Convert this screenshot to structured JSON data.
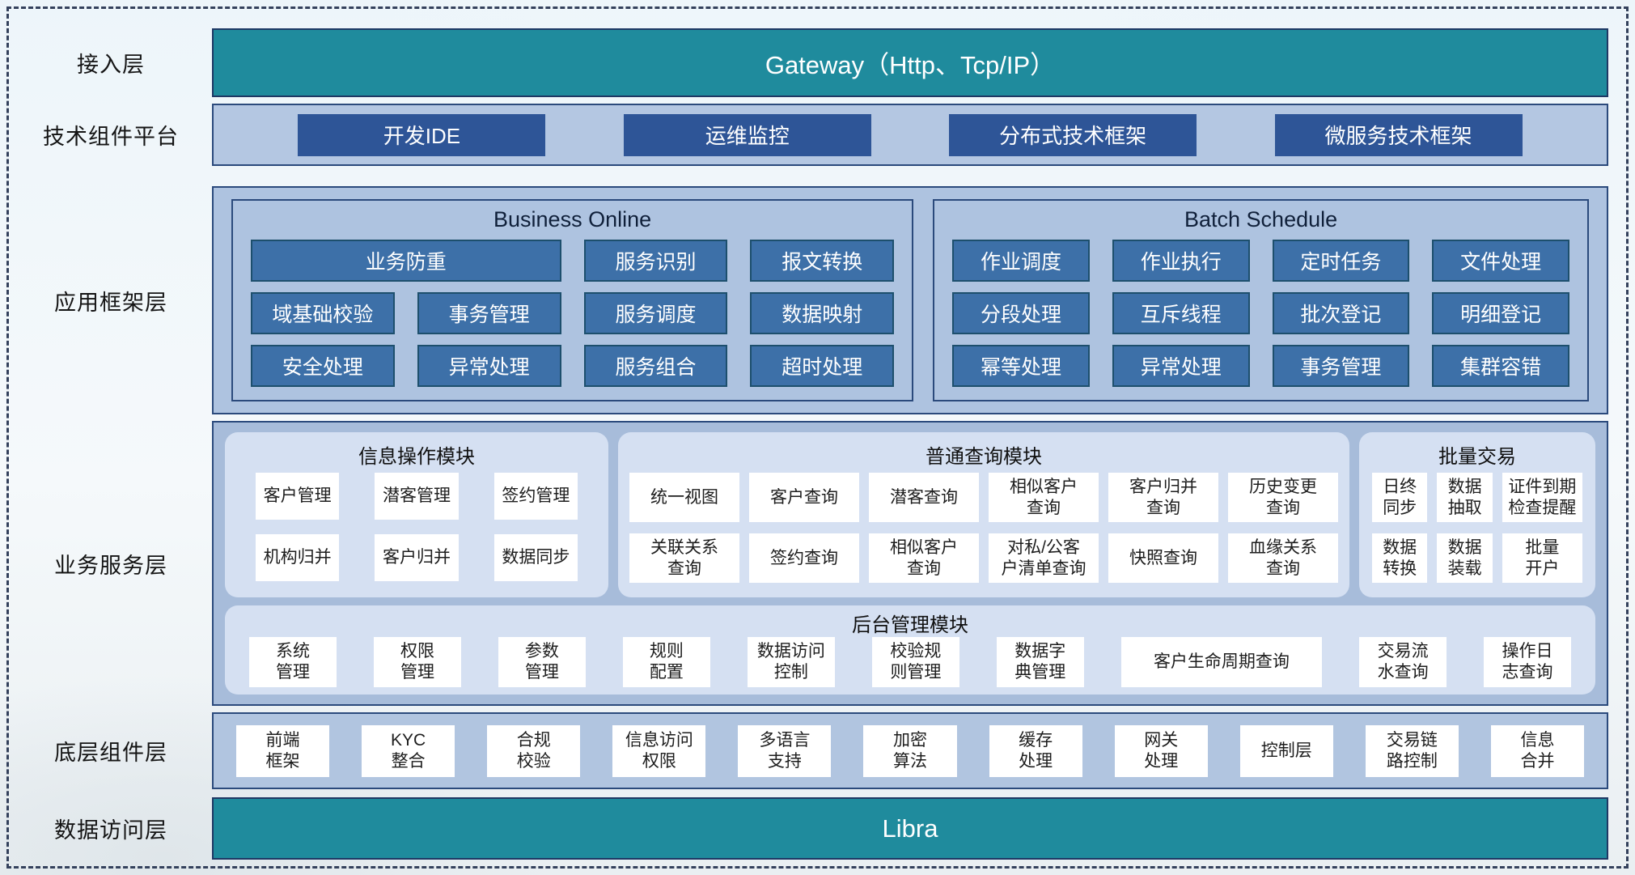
{
  "colors": {
    "teal": "#1f8b9d",
    "navy_button": "#2e5597",
    "container_border": "#2b4a7c",
    "light_container": "#b4c7e2",
    "app_button": "#3d70a8",
    "app_button_border": "#1d4f6d",
    "service_outer": "#a7bcda",
    "service_panel": "#d5e0f2",
    "white_button": "#ffffff"
  },
  "layers": {
    "access": {
      "label": "接入层",
      "gateway_label": "Gateway（Http、Tcp/IP）"
    },
    "tech_platform": {
      "label": "技术组件平台",
      "items": [
        "开发IDE",
        "运维监控",
        "分布式技术框架",
        "微服务技术框架"
      ]
    },
    "app_framework": {
      "label": "应用框架层",
      "business_online": {
        "title": "Business Online",
        "items": [
          "业务防重",
          "服务识别",
          "报文转换",
          "域基础校验",
          "事务管理",
          "服务调度",
          "数据映射",
          "安全处理",
          "异常处理",
          "服务组合",
          "超时处理"
        ]
      },
      "batch_schedule": {
        "title": "Batch Schedule",
        "items": [
          "作业调度",
          "作业执行",
          "定时任务",
          "文件处理",
          "分段处理",
          "互斥线程",
          "批次登记",
          "明细登记",
          "幂等处理",
          "异常处理",
          "事务管理",
          "集群容错"
        ]
      }
    },
    "business_service": {
      "label": "业务服务层",
      "info_module": {
        "title": "信息操作模块",
        "items": [
          "客户管理",
          "潜客管理",
          "签约管理",
          "机构归并",
          "客户归并",
          "数据同步"
        ]
      },
      "query_module": {
        "title": "普通查询模块",
        "items": [
          "统一视图",
          "客户查询",
          "潜客查询",
          "相似客户\n查询",
          "客户归并\n查询",
          "历史变更\n查询",
          "关联关系\n查询",
          "签约查询",
          "相似客户\n查询",
          "对私/公客\n户清单查询",
          "快照查询",
          "血缘关系\n查询"
        ]
      },
      "batch_module": {
        "title": "批量交易",
        "items": [
          "日终\n同步",
          "数据\n抽取",
          "证件到期\n检查提醒",
          "数据\n转换",
          "数据\n装载",
          "批量\n开户"
        ]
      },
      "admin_module": {
        "title": "后台管理模块",
        "items": [
          "系统\n管理",
          "权限\n管理",
          "参数\n管理",
          "规则\n配置",
          "数据访问\n控制",
          "校验规\n则管理",
          "数据字\n典管理",
          "客户生命周期查询",
          "交易流\n水查询",
          "操作日\n志查询"
        ]
      }
    },
    "base_components": {
      "label": "底层组件层",
      "items": [
        "前端\n框架",
        "KYC\n整合",
        "合规\n校验",
        "信息访问\n权限",
        "多语言\n支持",
        "加密\n算法",
        "缓存\n处理",
        "网关\n处理",
        "控制层",
        "交易链\n路控制",
        "信息\n合并"
      ]
    },
    "data_access": {
      "label": "数据访问层",
      "platform_label": "Libra"
    }
  }
}
